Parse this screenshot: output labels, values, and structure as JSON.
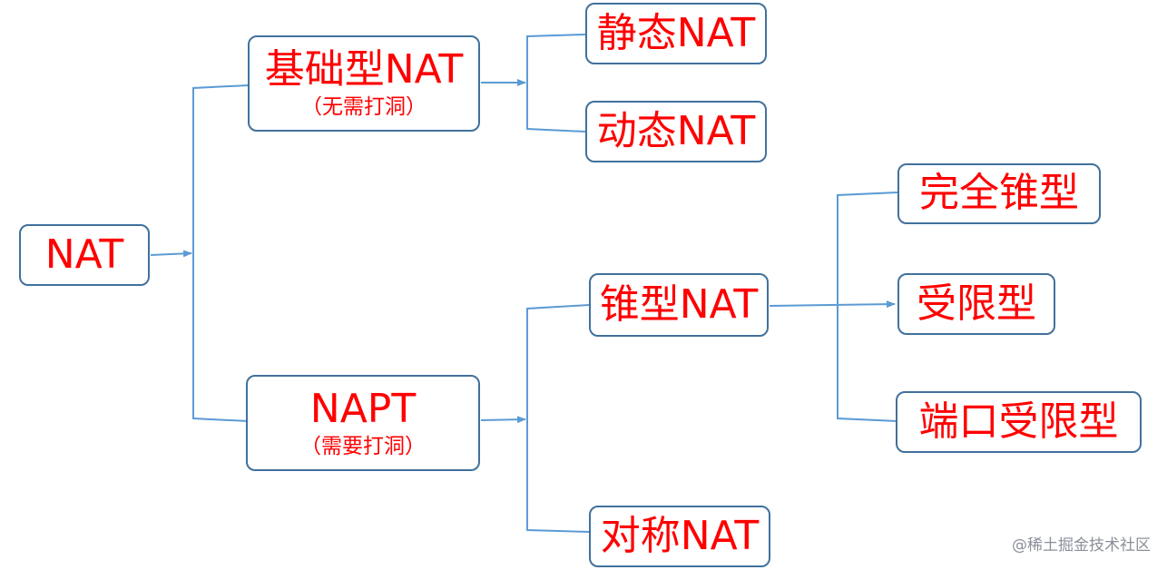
{
  "diagram": {
    "root": {
      "label": "NAT"
    },
    "basic": {
      "label": "基础型NAT",
      "note": "（无需打洞）"
    },
    "static": {
      "label": "静态NAT"
    },
    "dynamic": {
      "label": "动态NAT"
    },
    "napt": {
      "label": "NAPT",
      "note": "（需要打洞）"
    },
    "cone": {
      "label": "锥型NAT"
    },
    "symmetric": {
      "label": "对称NAT"
    },
    "full_cone": {
      "label": "完全锥型"
    },
    "restricted": {
      "label": "受限型"
    },
    "port_restricted": {
      "label": "端口受限型"
    }
  },
  "colors": {
    "text": "#ff0000",
    "border": "#41719c",
    "connector": "#5b9bd5"
  },
  "watermark": "@稀土掘金技术社区"
}
